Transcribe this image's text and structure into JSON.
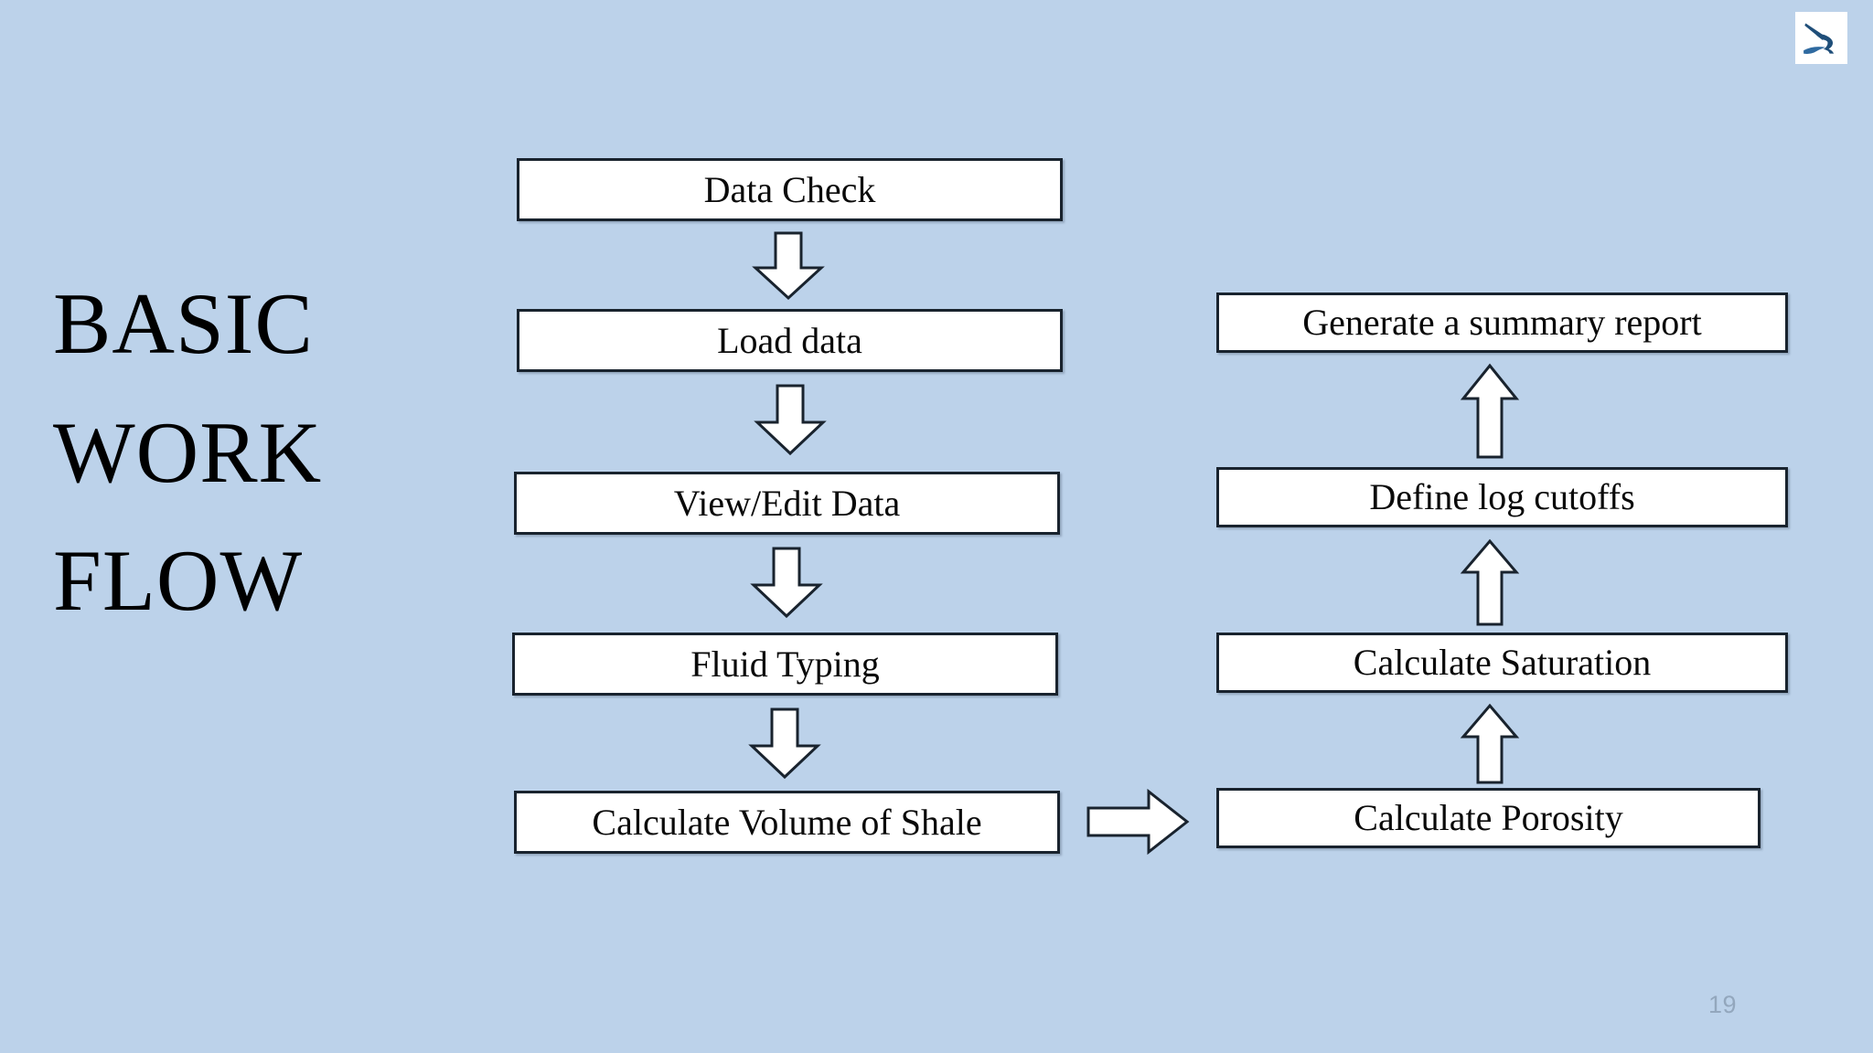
{
  "slide": {
    "title": "Basic Work Flow",
    "title_display": "BASIC\nWORK\nFLOW",
    "page_number": "19",
    "background_color": "#bcd2ea",
    "box_fill_color": "#ffffff",
    "box_border_color": "#19232e",
    "text_color": "#0a0a0a",
    "page_number_color": "#93a7bd"
  },
  "logo": {
    "name": "company-logo",
    "mark_color": "#1f4e79",
    "background_color": "#ffffff"
  },
  "flow": {
    "left_column": [
      {
        "id": "data-check",
        "label": "Data Check"
      },
      {
        "id": "load-data",
        "label": "Load data"
      },
      {
        "id": "view-edit-data",
        "label": "View/Edit Data"
      },
      {
        "id": "fluid-typing",
        "label": "Fluid Typing"
      },
      {
        "id": "calc-volume-shale",
        "label": "Calculate Volume of Shale"
      }
    ],
    "right_column": [
      {
        "id": "generate-summary-report",
        "label": "Generate a summary report"
      },
      {
        "id": "define-log-cutoffs",
        "label": "Define log cutoffs"
      },
      {
        "id": "calculate-saturation",
        "label": "Calculate Saturation"
      },
      {
        "id": "calculate-porosity",
        "label": "Calculate Porosity"
      }
    ],
    "connectors": [
      {
        "id": "arrow-data-check-to-load-data",
        "direction": "down",
        "from": "Data Check",
        "to": "Load data"
      },
      {
        "id": "arrow-load-data-to-view-edit",
        "direction": "down",
        "from": "Load data",
        "to": "View/Edit Data"
      },
      {
        "id": "arrow-view-edit-to-fluid-typing",
        "direction": "down",
        "from": "View/Edit Data",
        "to": "Fluid Typing"
      },
      {
        "id": "arrow-fluid-typing-to-volume-shale",
        "direction": "down",
        "from": "Fluid Typing",
        "to": "Calculate Volume of Shale"
      },
      {
        "id": "arrow-volume-shale-to-porosity",
        "direction": "right",
        "from": "Calculate Volume of Shale",
        "to": "Calculate Porosity"
      },
      {
        "id": "arrow-porosity-to-saturation",
        "direction": "up",
        "from": "Calculate Porosity",
        "to": "Calculate Saturation"
      },
      {
        "id": "arrow-saturation-to-log-cutoffs",
        "direction": "up",
        "from": "Calculate Saturation",
        "to": "Define log cutoffs"
      },
      {
        "id": "arrow-log-cutoffs-to-summary-report",
        "direction": "up",
        "from": "Define log cutoffs",
        "to": "Generate a summary report"
      }
    ]
  }
}
